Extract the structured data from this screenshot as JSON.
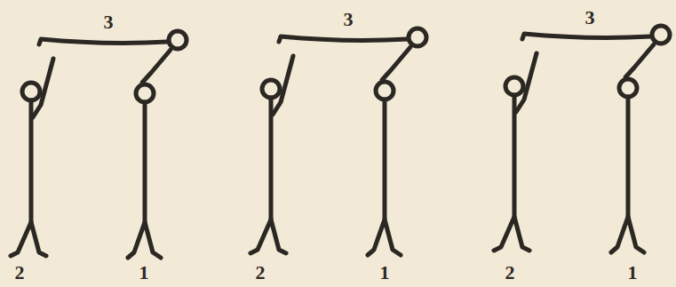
{
  "diagram": {
    "labels": [
      "3",
      "2",
      "1",
      "3",
      "2",
      "1",
      "3",
      "2",
      "1"
    ]
  }
}
